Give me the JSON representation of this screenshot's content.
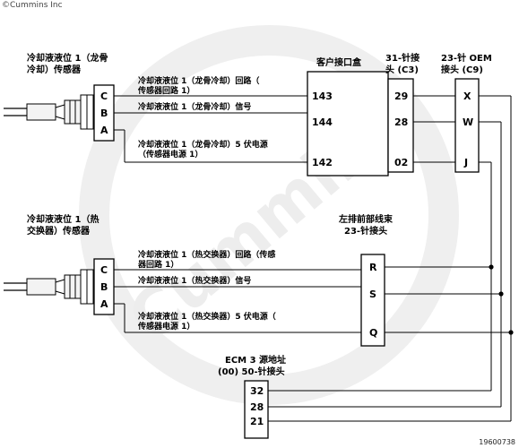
{
  "copyright": "©Cummins Inc",
  "figure_number": "19600738",
  "watermark": {
    "text": "Cummins",
    "color": "#ebebeb"
  },
  "sensor_1": {
    "title_line1": "冷却液液位 1（龙骨",
    "title_line2": "冷却）传感器",
    "pins": [
      "C",
      "B",
      "A"
    ]
  },
  "sensor_2": {
    "title_line1": "冷却液液位 1（热",
    "title_line2": "交换器）传感器",
    "pins": [
      "C",
      "B",
      "A"
    ]
  },
  "customer_box": {
    "title": "客户接口盒",
    "pins": [
      "143",
      "144",
      "142"
    ]
  },
  "conn_c3": {
    "title_line1": "31-针接",
    "title_line2": "头 (C3)",
    "pins": [
      "29",
      "28",
      "02"
    ]
  },
  "conn_c9": {
    "title_line1": "23-针 OEM",
    "title_line2": "接头 (C9)",
    "pins": [
      "X",
      "W",
      "J"
    ]
  },
  "harness": {
    "title_line1": "左排前部线束",
    "title_line2": "23-针接头",
    "pins": [
      "R",
      "S",
      "Q"
    ]
  },
  "ecm": {
    "title_line1": "ECM 3 源地址",
    "title_line2": "(00) 50-针接头",
    "pins": [
      "32",
      "28",
      "21"
    ]
  },
  "wires_top": [
    {
      "line1": "冷却液液位 1（龙骨冷却）回路（",
      "line2": "传感器回路 1）"
    },
    {
      "line1": "冷却液液位 1（龙骨冷却）信号",
      "line2": ""
    },
    {
      "line1": "冷却液液位 1（龙骨冷却）5 伏电源",
      "line2": "（传感器电源 1）"
    }
  ],
  "wires_bottom": [
    {
      "line1": "冷却液液位 1（热交换器）回路（传感",
      "line2": "器回路 1）"
    },
    {
      "line1": "冷却液液位 1（热交换器）信号",
      "line2": ""
    },
    {
      "line1": "冷却液液位 1（热交换器）5 伏电源（",
      "line2": "传感器电源 1）"
    }
  ]
}
